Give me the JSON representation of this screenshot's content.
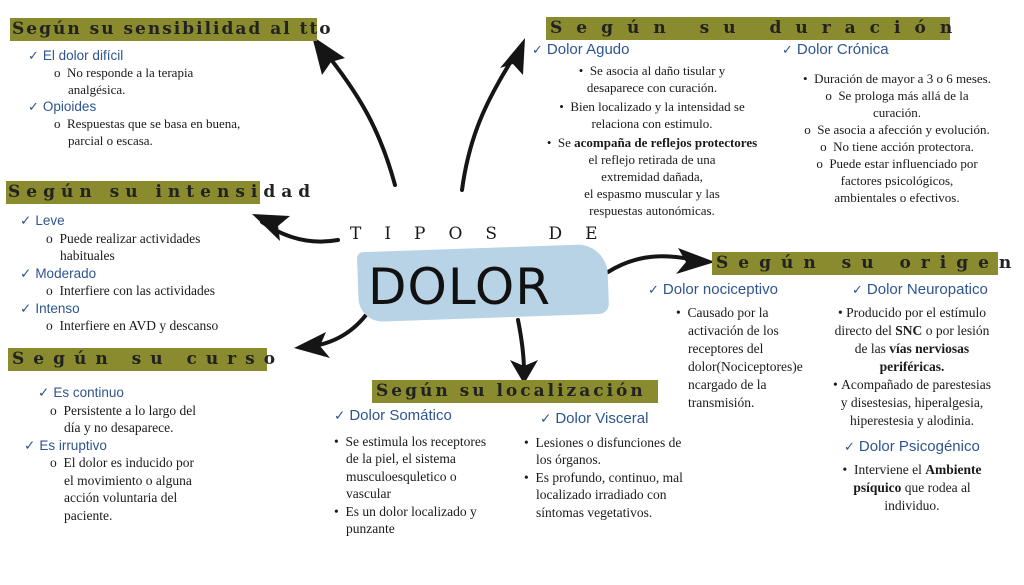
{
  "center": {
    "top": "TIPOS DE",
    "main": "DOLOR"
  },
  "sensibilidad": {
    "title": "Según su sensibilidad al tto",
    "s1": "El dolor difícil",
    "s1_i1": "No responde a la terapia",
    "s1_i1b": "analgésica.",
    "s2": "Opioides",
    "s2_i1": "Respuestas que se basa en buena,",
    "s2_i1b": "parcial o escasa."
  },
  "duracion": {
    "title": "Según su duración",
    "agudo": "Dolor Agudo",
    "a1": "Se asocia al daño tisular y",
    "a1b": "desaparece con curación.",
    "a2": "Bien localizado y la intensidad se",
    "a2b": "relaciona con estimulo.",
    "a3_pre": "Se",
    "a3_bold": "acompaña de reflejos protectores",
    "a3b": "el reflejo retirada de una",
    "a3c": "extremidad dañada,",
    "a3d": "el espasmo muscular y las",
    "a3e": "respuestas autonómicas.",
    "cronica": "Dolor Crónica",
    "c1": "Duración de mayor a 3 o 6 meses.",
    "c2": "Se prologa más allá de la",
    "c2b": "curación.",
    "c3": "Se asocia a afección y evolución.",
    "c4": "No tiene acción protectora.",
    "c5": "Puede estar influenciado por",
    "c5b": "factores psicológicos,",
    "c5c": "ambientales o efectivos."
  },
  "intensidad": {
    "title": "Según su intensidad",
    "leve": "Leve",
    "leve_i": "Puede realizar actividades",
    "leve_ib": "habituales",
    "moderado": "Moderado",
    "moderado_i": "Interfiere con las actividades",
    "intenso": "Intenso",
    "intenso_i": "Interfiere en AVD y descanso"
  },
  "origen": {
    "title": "Según su origen",
    "noci": "Dolor nociceptivo",
    "n1": "Causado por la",
    "n2": "activación de los",
    "n3": "receptores del",
    "n4": "dolor(Nociceptores)e",
    "n5": "ncargado de la",
    "n6": "transmisión.",
    "neuro": "Dolor Neuropatico",
    "p1": "Producido por el estímulo",
    "p2_pre": "directo del",
    "p2_bold": "SNC",
    "p2_post": "o por lesión",
    "p3_pre": "de las",
    "p3_bold": "vías nerviosas",
    "p4_bold": "periféricas.",
    "p5": "Acompañado de parestesias",
    "p6": "y disestesias, hiperalgesia,",
    "p7": "hiperestesia y alodinia.",
    "psico": "Dolor Psicogénico",
    "g1_pre": "Interviene el",
    "g1_bold": "Ambiente",
    "g2_bold": "psíquico",
    "g2_post": "que rodea al",
    "g3": "individuo."
  },
  "curso": {
    "title": "Según su curso",
    "cont": "Es continuo",
    "cont_i": "Persistente a lo largo del",
    "cont_ib": "día y no desaparece.",
    "irr": "Es irruptivo",
    "irr_i": "El dolor es inducido por",
    "irr_ib": "el movimiento o alguna",
    "irr_ic": "acción voluntaria del",
    "irr_id": "paciente."
  },
  "localizacion": {
    "title": "Según su localización",
    "som": "Dolor Somático",
    "s1": "Se estimula los receptores",
    "s1b": "de la piel, el sistema",
    "s1c": "musculoesquletico o",
    "s1d": "vascular",
    "s2": "Es un dolor localizado y",
    "s2b": "punzante",
    "vis": "Dolor Visceral",
    "v1": "Lesiones o disfunciones de",
    "v1b": "los órganos.",
    "v2": "Es profundo, continuo, mal",
    "v2b": "localizado irradiado con",
    "v2c": "síntomas vegetativos."
  }
}
